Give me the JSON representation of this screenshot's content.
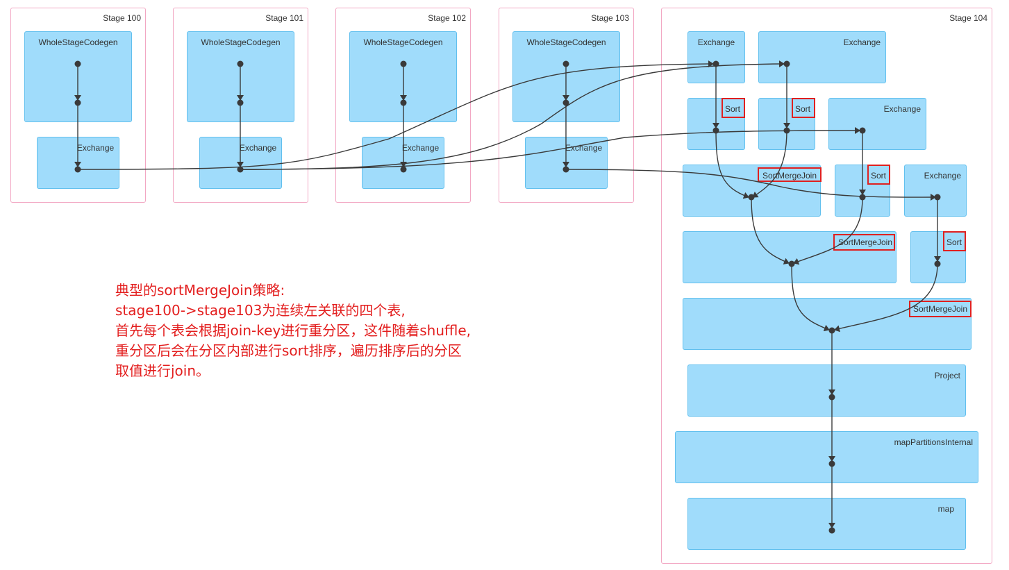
{
  "stages": {
    "s100": {
      "title": "Stage 100"
    },
    "s101": {
      "title": "Stage 101"
    },
    "s102": {
      "title": "Stage 102"
    },
    "s103": {
      "title": "Stage 103"
    },
    "s104": {
      "title": "Stage 104"
    }
  },
  "nodes": {
    "wsc": "WholeStageCodegen",
    "exchange": "Exchange",
    "sort": "Sort",
    "smj": "SortMergeJoin",
    "project": "Project",
    "mpi": "mapPartitionsInternal",
    "map": "map"
  },
  "annotation": {
    "lines": [
      "典型的sortMergeJoin策略:",
      "stage100->stage103为连续左关联的四个表,",
      "首先每个表会根据join-key进行重分区，这件随着shuffle,",
      "重分区后会在分区内部进行sort排序，遍历排序后的分区",
      "取值进行join。"
    ]
  },
  "colors": {
    "stage_border": "#f2a7c3",
    "node_fill": "#a0dcfb",
    "node_border": "#62c0ee",
    "edge": "#3a3a3a",
    "highlight": "#e02020",
    "annotation": "#e31e1e"
  }
}
